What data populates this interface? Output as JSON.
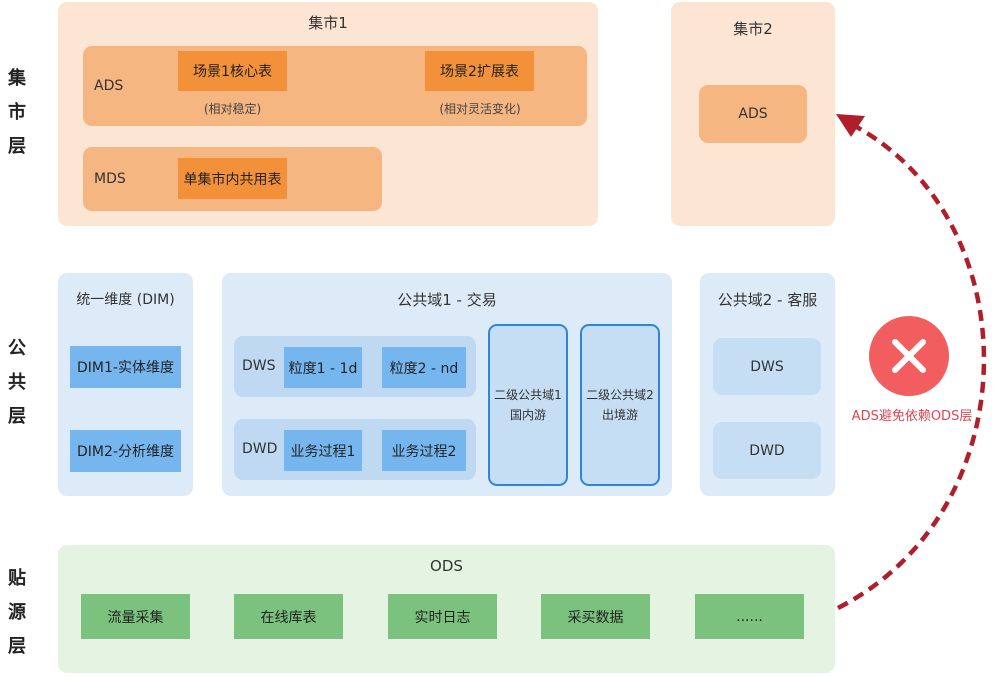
{
  "layers": {
    "mart": [
      "集",
      "市",
      "层"
    ],
    "common": [
      "公",
      "共",
      "层"
    ],
    "source": [
      "贴",
      "源",
      "层"
    ]
  },
  "mart1": {
    "title": "集市1",
    "ads_label": "ADS",
    "scene1": "场景1核心表",
    "scene1_note": "(相对稳定)",
    "scene2": "场景2扩展表",
    "scene2_note": "(相对灵活变化)",
    "mds_label": "MDS",
    "mds_table": "单集市内共用表"
  },
  "mart2": {
    "title": "集市2",
    "ads": "ADS"
  },
  "dim": {
    "title": "统一维度 (DIM)",
    "entity": "DIM1-实体维度",
    "analysis": "DIM2-分析维度"
  },
  "domain1": {
    "title": "公共域1 - 交易",
    "dws_label": "DWS",
    "grain1": "粒度1 - 1d",
    "grain2": "粒度2 - nd",
    "dwd_label": "DWD",
    "process1": "业务过程1",
    "process2": "业务过程2",
    "sub1_line1": "二级公共域1",
    "sub1_line2": "国内游",
    "sub2_line1": "二级公共域2",
    "sub2_line2": "出境游"
  },
  "domain2": {
    "title": "公共域2 - 客服",
    "dws": "DWS",
    "dwd": "DWD"
  },
  "ods": {
    "title": "ODS",
    "sources": [
      "流量采集",
      "在线库表",
      "实时日志",
      "采买数据",
      "......"
    ]
  },
  "annotation": {
    "text": "ADS避免依赖ODS层",
    "icon": "x-icon",
    "arrow_color": "#b01e2a",
    "circle_color": "#f25d60"
  }
}
